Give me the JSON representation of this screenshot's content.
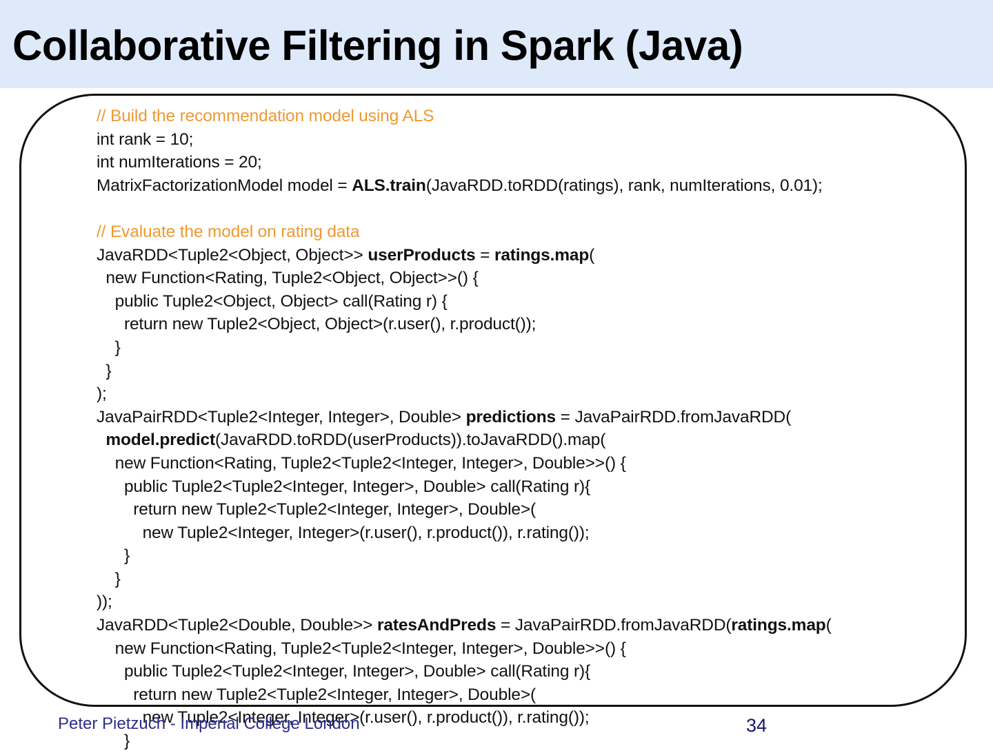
{
  "slide": {
    "title": "Collaborative Filtering in Spark (Java)",
    "accent_orange": "#ed9a31",
    "header_background": "#deeafa",
    "footer_color": "#2c2c8c",
    "code_border_color": "#111111"
  },
  "code": {
    "language": "java",
    "lines": [
      {
        "indent": 0,
        "segments": [
          {
            "text": "// Build the recommendation model using ALS",
            "style": "comment"
          }
        ]
      },
      {
        "indent": 0,
        "segments": [
          {
            "text": "int rank = 10;",
            "style": "plain"
          }
        ]
      },
      {
        "indent": 0,
        "segments": [
          {
            "text": "int numIterations = 20;",
            "style": "plain"
          }
        ]
      },
      {
        "indent": 0,
        "segments": [
          {
            "text": "MatrixFactorizationModel model = ",
            "style": "plain"
          },
          {
            "text": "ALS.train",
            "style": "bold"
          },
          {
            "text": "(JavaRDD.toRDD(ratings), rank, numIterations, 0.01);",
            "style": "plain"
          }
        ]
      },
      {
        "indent": 0,
        "segments": [
          {
            "text": "",
            "style": "plain"
          }
        ]
      },
      {
        "indent": 0,
        "segments": [
          {
            "text": "// Evaluate the model on rating data",
            "style": "comment"
          }
        ]
      },
      {
        "indent": 0,
        "segments": [
          {
            "text": "JavaRDD<Tuple2<Object, Object>> ",
            "style": "plain"
          },
          {
            "text": "userProducts",
            "style": "bold"
          },
          {
            "text": " = ",
            "style": "plain"
          },
          {
            "text": "ratings.map",
            "style": "bold"
          },
          {
            "text": "(",
            "style": "plain"
          }
        ]
      },
      {
        "indent": 1,
        "segments": [
          {
            "text": "new Function<Rating, Tuple2<Object, Object>>() {",
            "style": "plain"
          }
        ]
      },
      {
        "indent": 2,
        "segments": [
          {
            "text": "public Tuple2<Object, Object> call(Rating r) {",
            "style": "plain"
          }
        ]
      },
      {
        "indent": 3,
        "segments": [
          {
            "text": "return new Tuple2<Object, Object>(r.user(), r.product());",
            "style": "plain"
          }
        ]
      },
      {
        "indent": 2,
        "segments": [
          {
            "text": "}",
            "style": "plain"
          }
        ]
      },
      {
        "indent": 1,
        "segments": [
          {
            "text": "}",
            "style": "plain"
          }
        ]
      },
      {
        "indent": 0,
        "segments": [
          {
            "text": ");",
            "style": "plain"
          }
        ]
      },
      {
        "indent": 0,
        "segments": [
          {
            "text": "JavaPairRDD<Tuple2<Integer, Integer>, Double> ",
            "style": "plain"
          },
          {
            "text": "predictions",
            "style": "bold"
          },
          {
            "text": " = JavaPairRDD.fromJavaRDD(",
            "style": "plain"
          }
        ]
      },
      {
        "indent": 1,
        "segments": [
          {
            "text": "model.predict",
            "style": "bold"
          },
          {
            "text": "(JavaRDD.toRDD(userProducts)).toJavaRDD().map(",
            "style": "plain"
          }
        ]
      },
      {
        "indent": 2,
        "segments": [
          {
            "text": "new Function<Rating, Tuple2<Tuple2<Integer, Integer>, Double>>() {",
            "style": "plain"
          }
        ]
      },
      {
        "indent": 3,
        "segments": [
          {
            "text": "public Tuple2<Tuple2<Integer, Integer>, Double> call(Rating r){",
            "style": "plain"
          }
        ]
      },
      {
        "indent": 4,
        "segments": [
          {
            "text": "return new Tuple2<Tuple2<Integer, Integer>, Double>(",
            "style": "plain"
          }
        ]
      },
      {
        "indent": 5,
        "segments": [
          {
            "text": "new Tuple2<Integer, Integer>(r.user(), r.product()), r.rating());",
            "style": "plain"
          }
        ]
      },
      {
        "indent": 3,
        "segments": [
          {
            "text": "}",
            "style": "plain"
          }
        ]
      },
      {
        "indent": 2,
        "segments": [
          {
            "text": "}",
            "style": "plain"
          }
        ]
      },
      {
        "indent": 0,
        "segments": [
          {
            "text": "));",
            "style": "plain"
          }
        ]
      },
      {
        "indent": 0,
        "segments": [
          {
            "text": "JavaRDD<Tuple2<Double, Double>> ",
            "style": "plain"
          },
          {
            "text": "ratesAndPreds",
            "style": "bold"
          },
          {
            "text": " = JavaPairRDD.fromJavaRDD(",
            "style": "plain"
          },
          {
            "text": "ratings.map",
            "style": "bold"
          },
          {
            "text": "(",
            "style": "plain"
          }
        ]
      },
      {
        "indent": 2,
        "segments": [
          {
            "text": "new Function<Rating, Tuple2<Tuple2<Integer, Integer>, Double>>() {",
            "style": "plain"
          }
        ]
      },
      {
        "indent": 3,
        "segments": [
          {
            "text": "public Tuple2<Tuple2<Integer, Integer>, Double> call(Rating r){",
            "style": "plain"
          }
        ]
      },
      {
        "indent": 4,
        "segments": [
          {
            "text": "return new Tuple2<Tuple2<Integer, Integer>, Double>(",
            "style": "plain"
          }
        ]
      },
      {
        "indent": 5,
        "segments": [
          {
            "text": "new Tuple2<Integer, Integer>(r.user(), r.product()), r.rating());",
            "style": "plain"
          }
        ]
      },
      {
        "indent": 3,
        "segments": [
          {
            "text": "}",
            "style": "plain"
          }
        ]
      }
    ]
  },
  "footer": {
    "author": "Peter Pietzuch - Imperial College London",
    "page_number": "34"
  }
}
